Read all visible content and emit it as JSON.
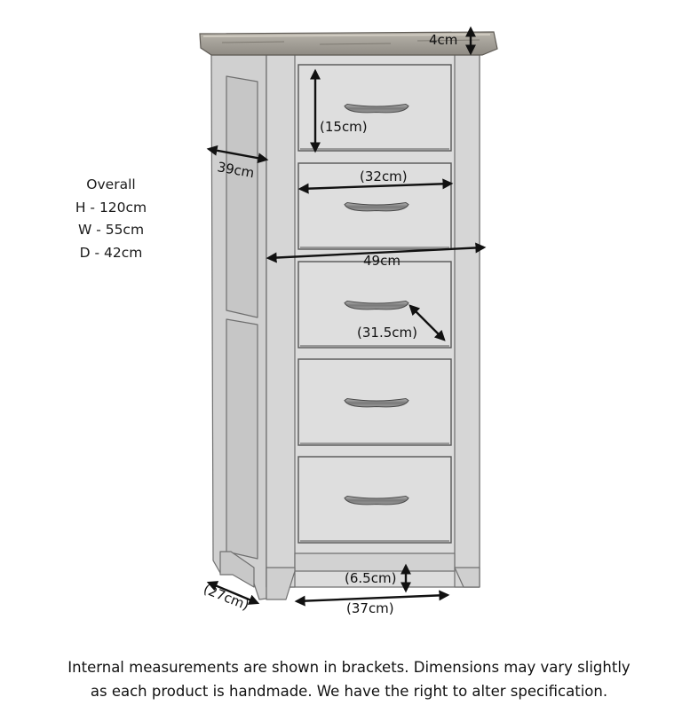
{
  "overall": {
    "title": "Overall",
    "height": "H - 120cm",
    "width": "W - 55cm",
    "depth": "D - 42cm"
  },
  "dimensions": {
    "top_thickness": "4cm",
    "drawer_height": "(15cm)",
    "side_depth": "39cm",
    "drawer_width": "(32cm)",
    "carcass_width": "49cm",
    "drawer_depth": "(31.5cm)",
    "plinth_height": "(6.5cm)",
    "base_depth": "(27cm)",
    "base_width": "(37cm)"
  },
  "footer": {
    "line1": "Internal measurements are shown in brackets. Dimensions may vary slightly",
    "line2": "as each product is handmade. We have the right to alter specification."
  },
  "colors": {
    "paint_grey": "#d9d9d9",
    "panel_grey": "#cfcfcf",
    "edge_dark": "#6f6f6f",
    "oak_top": "#a9a59d",
    "handle_metal": "#8c8c8c"
  }
}
